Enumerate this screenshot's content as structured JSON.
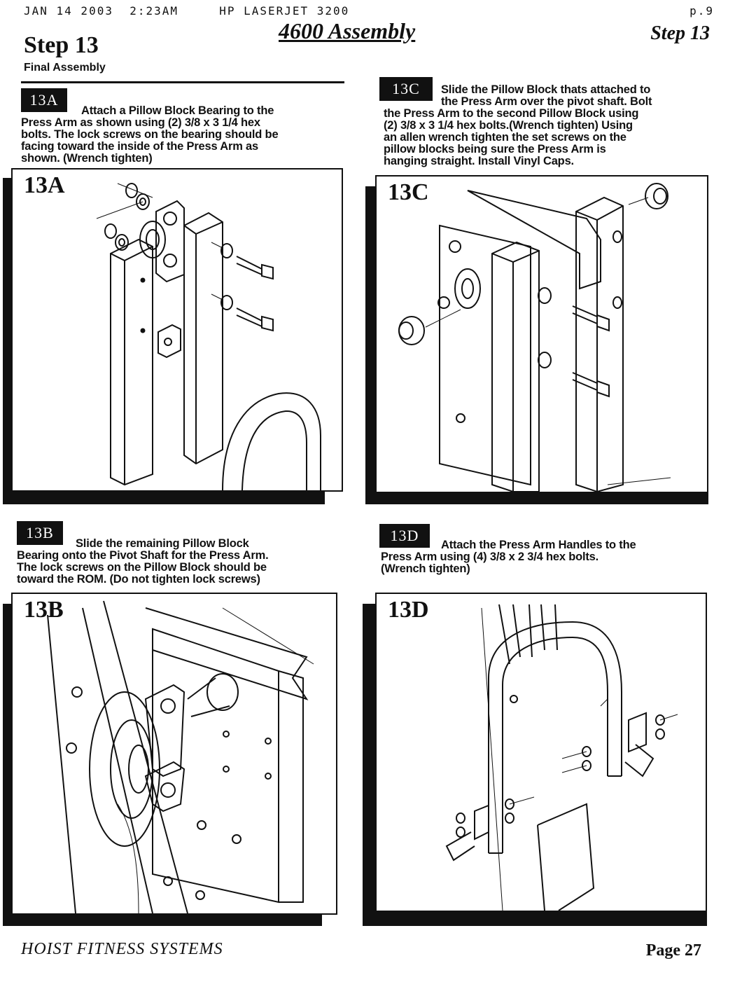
{
  "fax_header": {
    "left": "JAN 14 2003  2:23AM     HP LASERJET 3200",
    "right": "p.9"
  },
  "header": {
    "step_left": "Step 13",
    "title": "4600 Assembly",
    "step_right": "Step 13",
    "subtitle": "Final Assembly"
  },
  "sections": {
    "a": {
      "badge": "13A",
      "label": "13A",
      "lines": [
        "Attach a Pillow Block Bearing to the",
        "Press Arm as shown using (2) 3/8 x 3 1/4 hex",
        "bolts.  The lock screws on the bearing should be",
        "facing toward the inside of the Press Arm as",
        "shown.  (Wrench tighten)"
      ]
    },
    "b": {
      "badge": "13B",
      "label": "13B",
      "lines": [
        "Slide the remaining Pillow Block",
        "Bearing onto the Pivot Shaft for the Press Arm.",
        "The lock screws on the Pillow Block should be",
        "toward the ROM.  (Do not tighten lock screws)"
      ]
    },
    "c": {
      "badge": "13C",
      "label": "13C",
      "lines": [
        "Slide the Pillow Block thats attached to",
        "the Press Arm over the pivot shaft. Bolt",
        "the Press Arm to the second Pillow Block using",
        "(2) 3/8 x 3 1/4 hex bolts.(Wrench tighten) Using",
        "an allen wrench tighten the set screws on the",
        "pillow blocks being sure the Press Arm is",
        "hanging straight. Install Vinyl Caps."
      ]
    },
    "d": {
      "badge": "13D",
      "label": "13D",
      "lines": [
        "Attach the Press Arm Handles to the",
        "Press Arm using (4) 3/8 x 2 3/4 hex bolts.",
        "(Wrench tighten)"
      ]
    }
  },
  "footer": {
    "company": "HOIST FITNESS SYSTEMS",
    "page": "Page 27"
  }
}
